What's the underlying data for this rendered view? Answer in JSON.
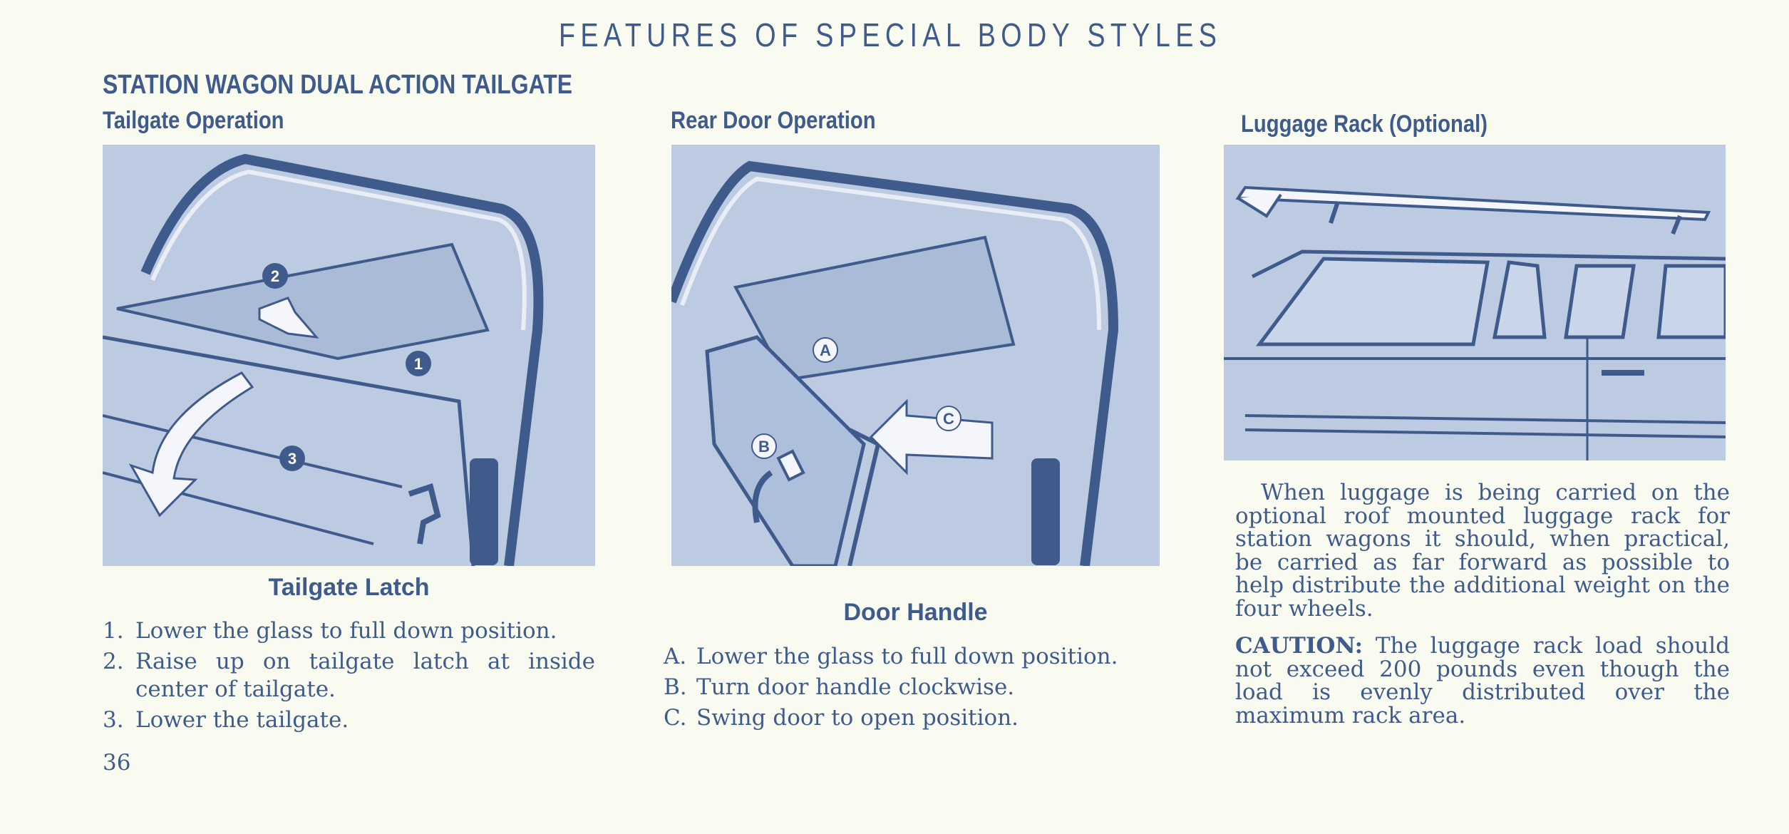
{
  "page": {
    "title": "FEATURES OF SPECIAL BODY STYLES",
    "section_title": "STATION WAGON DUAL ACTION TAILGATE",
    "page_number": "36"
  },
  "colors": {
    "ink": "#3f5b8c",
    "paper": "#f9fbf1",
    "illustration_bg": "#bccbe2"
  },
  "tailgate": {
    "heading": "Tailgate Operation",
    "callouts": [
      "1",
      "2",
      "3"
    ],
    "caption": "Tailgate Latch",
    "steps": [
      {
        "key": "1.",
        "text": "Lower the glass to full down position."
      },
      {
        "key": "2.",
        "text": "Raise up on tailgate latch at inside center of tailgate."
      },
      {
        "key": "3.",
        "text": "Lower the tailgate."
      }
    ]
  },
  "rear_door": {
    "heading": "Rear Door Operation",
    "callouts": [
      "A",
      "B",
      "C"
    ],
    "caption": "Door Handle",
    "steps": [
      {
        "key": "A.",
        "text": "Lower the glass to full down position."
      },
      {
        "key": "B.",
        "text": "Turn door handle clockwise."
      },
      {
        "key": "C.",
        "text": "Swing door to open position."
      }
    ]
  },
  "luggage_rack": {
    "heading": "Luggage Rack (Optional)",
    "paragraph": "When luggage is being carried on the optional roof mounted luggage rack for station wagons it should, when practical, be carried as far forward as possible to help distribute the additional weight on the four wheels.",
    "caution_label": "CAUTION:",
    "caution_text": " The luggage rack load should not exceed 200 pounds even though the load is evenly distributed over the maximum rack area."
  }
}
